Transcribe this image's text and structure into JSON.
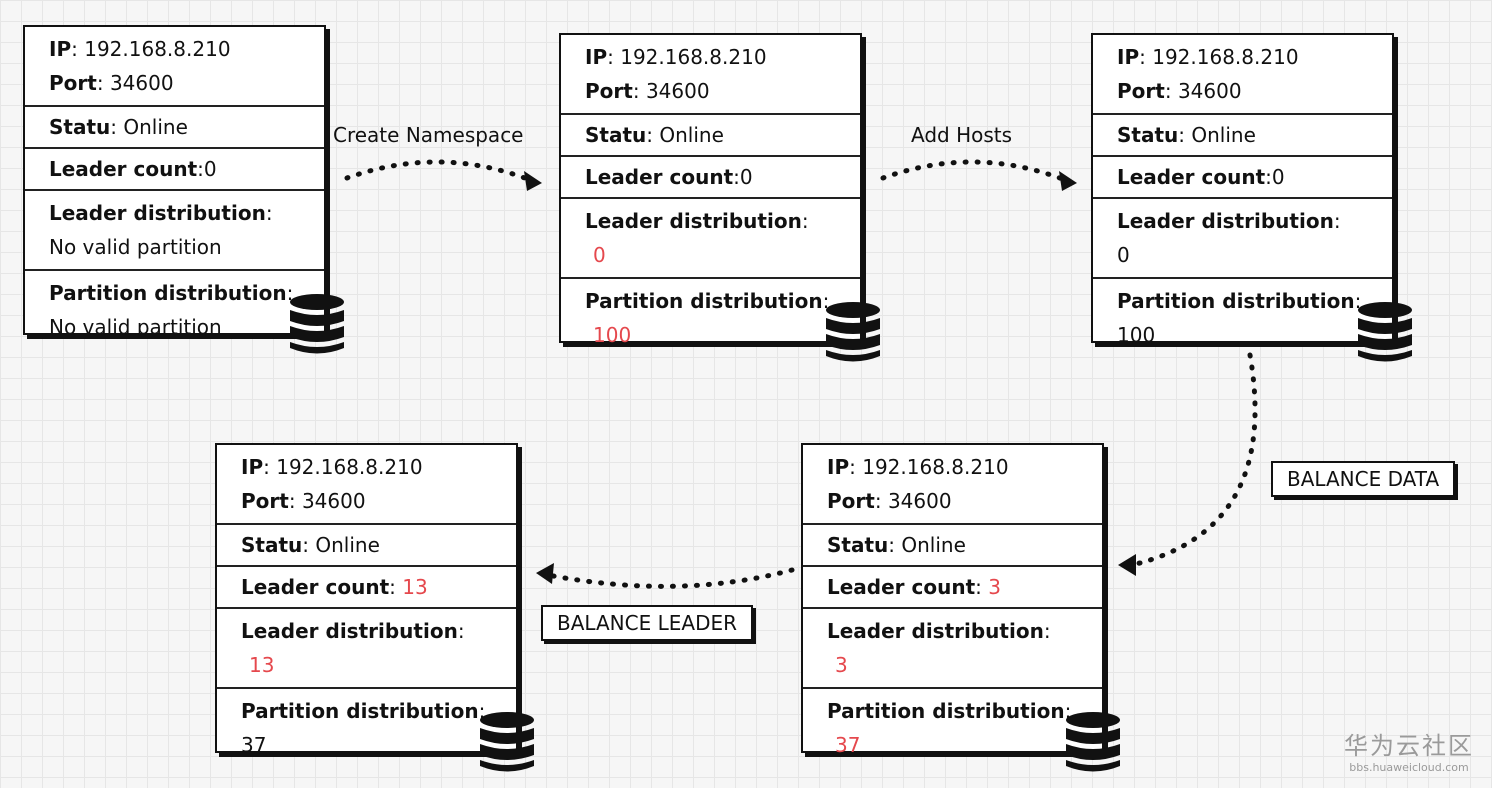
{
  "labels": {
    "ip": "IP",
    "port": "Port",
    "status": "Statu",
    "leader_count": "Leader count",
    "leader_distribution": "Leader distribution",
    "partition_distribution": "Partition distribution"
  },
  "nodes": [
    {
      "ip": "192.168.8.210",
      "port": "34600",
      "status": "Online",
      "leader_count": "0",
      "leader_distribution": "No valid partition",
      "partition_distribution": "No valid partition"
    },
    {
      "ip": "192.168.8.210",
      "port": "34600",
      "status": "Online",
      "leader_count": "0",
      "leader_distribution": "0",
      "partition_distribution": "100"
    },
    {
      "ip": "192.168.8.210",
      "port": "34600",
      "status": "Online",
      "leader_count": "0",
      "leader_distribution": "0",
      "partition_distribution": "100"
    },
    {
      "ip": "192.168.8.210",
      "port": "34600",
      "status": "Online",
      "leader_count": "3",
      "leader_distribution": "3",
      "partition_distribution": "37"
    },
    {
      "ip": "192.168.8.210",
      "port": "34600",
      "status": "Online",
      "leader_count": "13",
      "leader_distribution": "13",
      "partition_distribution": "37"
    }
  ],
  "edges": {
    "create_namespace": "Create Namespace",
    "add_hosts": "Add Hosts",
    "balance_data": "BALANCE DATA",
    "balance_leader": "BALANCE LEADER"
  },
  "watermark": {
    "title": "华为云社区",
    "url": "bbs.huaweicloud.com"
  },
  "colors": {
    "highlight": "#e5484d",
    "ink": "#111111",
    "grid": "#e6e6e6"
  }
}
